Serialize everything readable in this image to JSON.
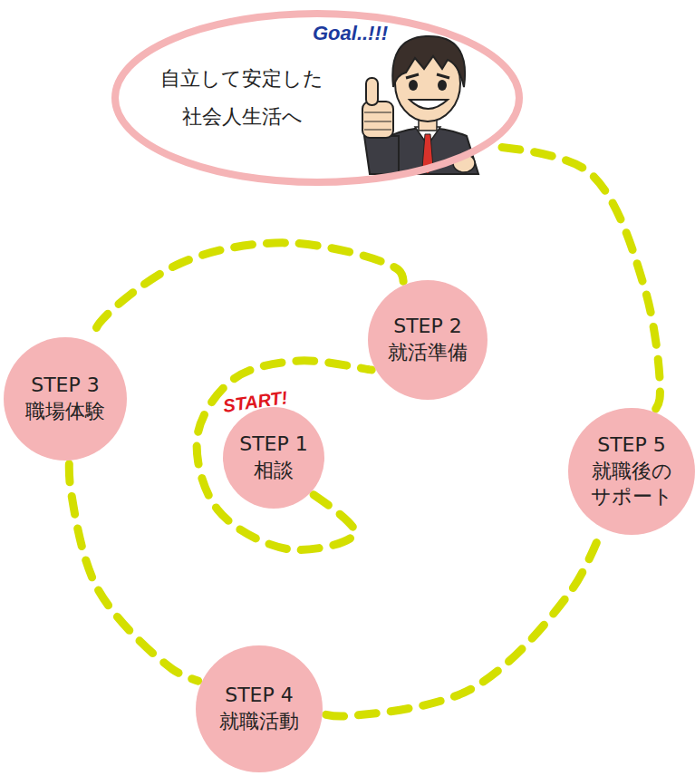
{
  "diagram": {
    "nodes": [
      {
        "text": [
          "STEP 1",
          "相談"
        ]
      },
      {
        "text": [
          "STEP 2",
          "就活準備"
        ]
      },
      {
        "text": [
          "STEP 3",
          "職場体験"
        ]
      },
      {
        "text": [
          "STEP 4",
          "就職活動"
        ]
      },
      {
        "text": [
          "STEP 5",
          "就職後の サポート"
        ]
      },
      {
        "text": [
          "自立して安定した 社会人生活へ"
        ]
      }
    ],
    "edges": [
      {
        "from": 0,
        "to": 1,
        "arrow": "none"
      },
      {
        "from": 1,
        "to": 2,
        "arrow": "none"
      },
      {
        "from": 2,
        "to": 3,
        "arrow": "none"
      },
      {
        "from": 3,
        "to": 4,
        "arrow": "none"
      },
      {
        "from": 4,
        "to": 5,
        "arrow": "none"
      }
    ],
    "labels": [
      "Goal..!!!",
      "START!"
    ]
  }
}
